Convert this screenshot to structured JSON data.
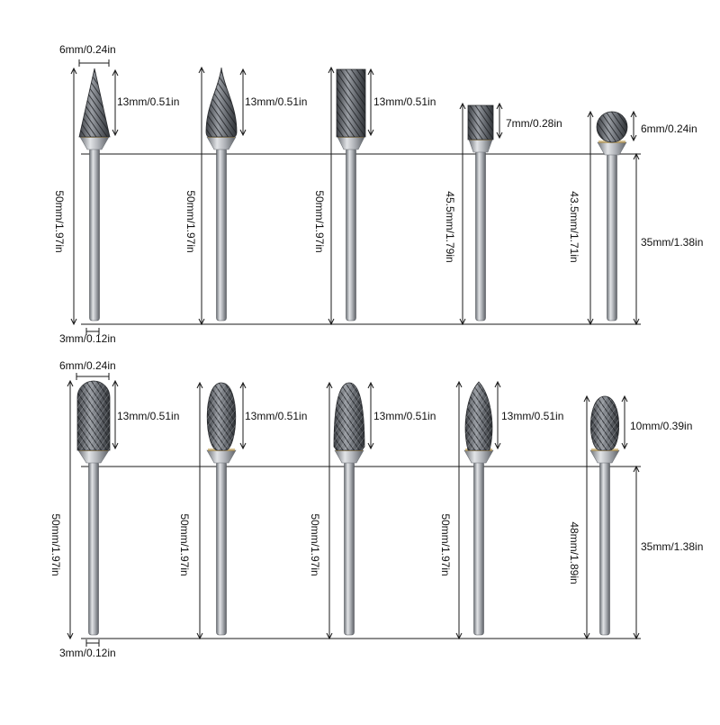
{
  "colors": {
    "line": "#1a1a1a",
    "metal_dark": "#4a4d52",
    "metal_light": "#d8dadd",
    "gold": "#b8923a"
  },
  "top": {
    "head_width": "6mm/0.24in",
    "shank_diameter": "3mm/0.12in",
    "shank_length": "35mm/1.38in",
    "burrs": [
      {
        "head_shape": "cone",
        "head_length": "13mm/0.51in",
        "total_length": "50mm/1.97in"
      },
      {
        "head_shape": "pointed-tree",
        "head_length": "13mm/0.51in",
        "total_length": "50mm/1.97in"
      },
      {
        "head_shape": "cylinder",
        "head_length": "13mm/0.51in",
        "total_length": "50mm/1.97in"
      },
      {
        "head_shape": "short-cylinder",
        "head_length": "7mm/0.28in",
        "total_length": "45.5mm/1.79in"
      },
      {
        "head_shape": "ball",
        "head_length": "6mm/0.24in",
        "total_length": "43.5mm/1.71in"
      }
    ]
  },
  "bottom": {
    "head_width": "6mm/0.24in",
    "shank_diameter": "3mm/0.12in",
    "shank_length": "35mm/1.38in",
    "burrs": [
      {
        "head_shape": "ball-nose-cylinder",
        "head_length": "13mm/0.51in",
        "total_length": "50mm/1.97in"
      },
      {
        "head_shape": "oval",
        "head_length": "13mm/0.51in",
        "total_length": "50mm/1.97in"
      },
      {
        "head_shape": "round-tree",
        "head_length": "13mm/0.51in",
        "total_length": "50mm/1.97in"
      },
      {
        "head_shape": "flame",
        "head_length": "13mm/0.51in",
        "total_length": "50mm/1.97in"
      },
      {
        "head_shape": "egg",
        "head_length": "10mm/0.39in",
        "total_length": "48mm/1.89in"
      }
    ]
  }
}
